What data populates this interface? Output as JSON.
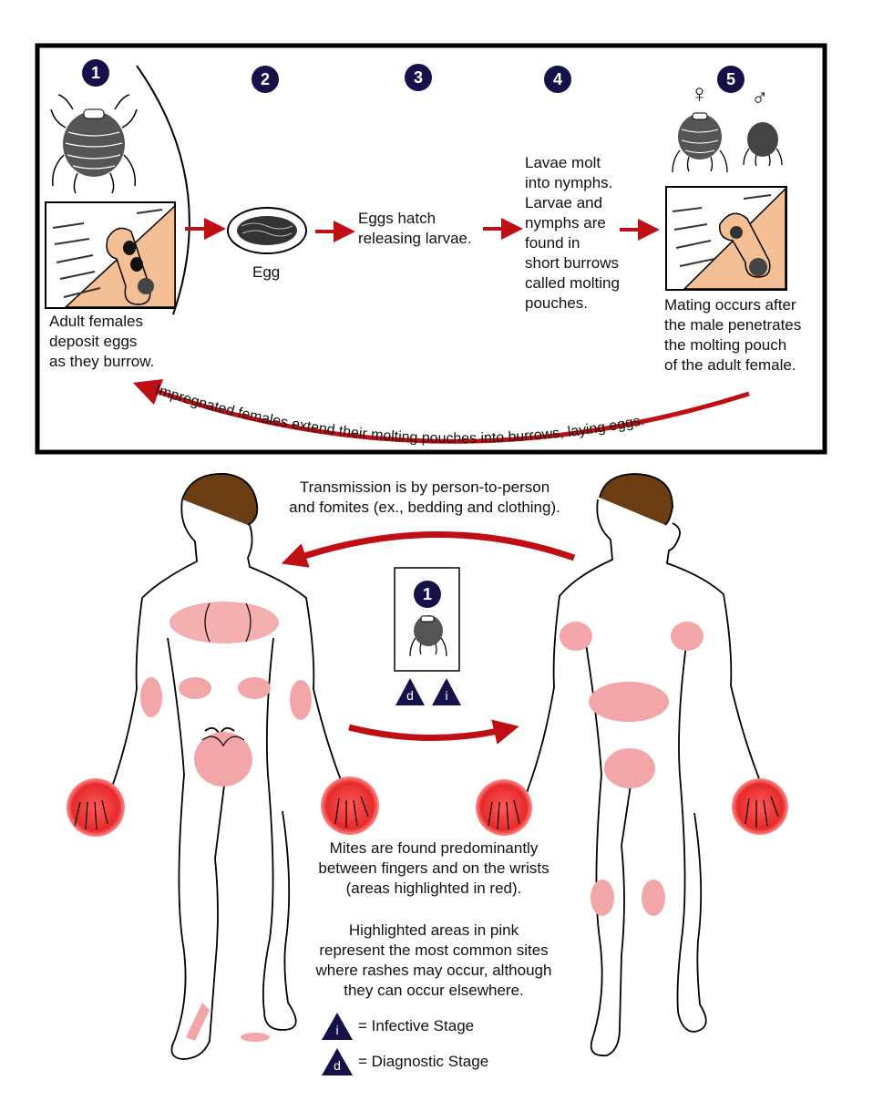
{
  "colors": {
    "arrow": "#c00f14",
    "skin": "#f5bf95",
    "rash_pink": "#f3a6a8",
    "mite_red": "#e52a2a",
    "badge": "#15124a",
    "hair": "#6b3d12"
  },
  "steps": [
    "1",
    "2",
    "3",
    "4",
    "5"
  ],
  "symbols": {
    "female": "♀",
    "male": "♂"
  },
  "labels": {
    "egg": "Egg",
    "step1_text": [
      "Adult females",
      "deposit eggs",
      "as they burrow."
    ],
    "step3_text": [
      "Eggs hatch",
      "releasing larvae."
    ],
    "step4_text": [
      "Lavae molt",
      "into nymphs.",
      "Larvae and",
      "nymphs are",
      "found in",
      "short burrows",
      "called molting",
      "pouches."
    ],
    "step5_text": [
      "Mating occurs after",
      "the male penetrates",
      "the molting pouch",
      "of the adult female."
    ],
    "curved_caption": "Impregnated females extend their molting pouches into burrows, laying eggs."
  },
  "lower": {
    "transmission": [
      "Transmission is by person-to-person",
      "and fomites (ex., bedding and clothing)."
    ],
    "center_step": "1",
    "mites_note": [
      "Mites are found predominantly",
      "between fingers and on the wrists",
      "(areas highlighted in red)."
    ],
    "pink_note": [
      "Highlighted areas in pink",
      "represent the most common sites",
      "where rashes may occur, although",
      "they can occur elsewhere."
    ],
    "legend": [
      {
        "symbol": "i",
        "label": "= Infective Stage"
      },
      {
        "symbol": "d",
        "label": "= Diagnostic Stage"
      }
    ]
  }
}
